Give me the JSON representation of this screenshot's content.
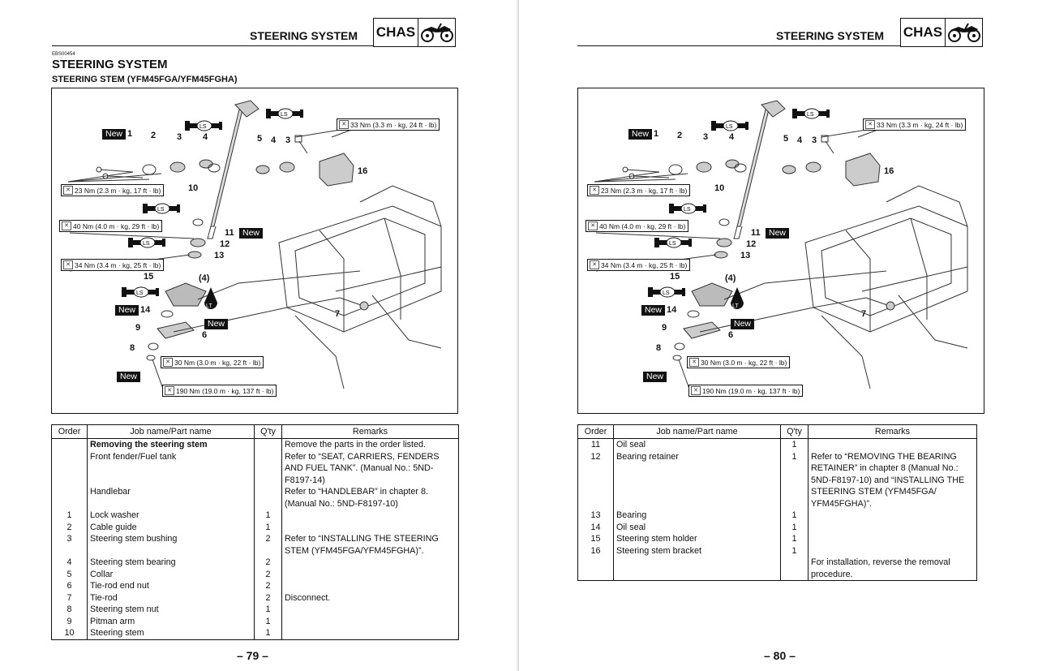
{
  "left_page": {
    "header_title": "STEERING SYSTEM",
    "header_badge": "CHAS",
    "doc_code": "EBS00454",
    "section_title": "STEERING SYSTEM",
    "subsection_title": "STEERING STEM (YFM45FGA/YFM45FGHA)",
    "page_number": "– 79 –"
  },
  "right_page": {
    "header_title": "STEERING SYSTEM",
    "header_badge": "CHAS",
    "page_number": "– 80 –"
  },
  "diagram": {
    "torque_specs": [
      "33 Nm (3.3 m · kg, 24 ft · lb)",
      "23 Nm (2.3 m · kg, 17 ft · lb)",
      "40 Nm (4.0 m · kg, 29 ft · lb)",
      "34 Nm (3.4 m · kg, 25 ft · lb)",
      "30 Nm (3.0 m · kg, 22 ft · lb)",
      "190 Nm (19.0 m · kg, 137 ft · lb)"
    ],
    "new_label": "New",
    "ls_label": "LS",
    "lt_label": "LT",
    "callouts": [
      "1",
      "2",
      "3",
      "4",
      "5",
      "4",
      "3",
      "16",
      "10",
      "11",
      "12",
      "13",
      "15",
      "(4)",
      "14",
      "7",
      "9",
      "6",
      "8"
    ]
  },
  "table": {
    "headers": [
      "Order",
      "Job name/Part name",
      "Q'ty",
      "Remarks"
    ],
    "left_rows": [
      {
        "order": "",
        "name": "Removing the steering stem",
        "qty": "",
        "remarks": "Remove the parts in the order listed.",
        "bold": true
      },
      {
        "order": "",
        "name": "Front fender/Fuel tank",
        "qty": "",
        "remarks": "Refer to “SEAT, CARRIERS, FENDERS AND FUEL TANK”. (Manual No.: 5ND-F8197-14)"
      },
      {
        "order": "",
        "name": "Handlebar",
        "qty": "",
        "remarks": "Refer to “HANDLEBAR” in chapter 8. (Manual No.: 5ND-F8197-10)"
      },
      {
        "order": "1",
        "name": "Lock washer",
        "qty": "1",
        "remarks": ""
      },
      {
        "order": "2",
        "name": "Cable guide",
        "qty": "1",
        "remarks": ""
      },
      {
        "order": "3",
        "name": "Steering stem bushing",
        "qty": "2",
        "remarks": "Refer to “INSTALLING THE STEERING STEM (YFM45FGA/YFM45FGHA)”."
      },
      {
        "order": "4",
        "name": "Steering stem bearing",
        "qty": "2",
        "remarks": ""
      },
      {
        "order": "5",
        "name": "Collar",
        "qty": "2",
        "remarks": ""
      },
      {
        "order": "6",
        "name": "Tie-rod end nut",
        "qty": "2",
        "remarks": ""
      },
      {
        "order": "7",
        "name": "Tie-rod",
        "qty": "2",
        "remarks": "Disconnect."
      },
      {
        "order": "8",
        "name": "Steering stem nut",
        "qty": "1",
        "remarks": ""
      },
      {
        "order": "9",
        "name": "Pitman arm",
        "qty": "1",
        "remarks": ""
      },
      {
        "order": "10",
        "name": "Steering stem",
        "qty": "1",
        "remarks": ""
      }
    ],
    "right_rows": [
      {
        "order": "11",
        "name": "Oil seal",
        "qty": "1",
        "remarks": ""
      },
      {
        "order": "12",
        "name": "Bearing retainer",
        "qty": "1",
        "remarks": "Refer to “REMOVING THE BEARING RETAINER” in chapter 8 (Manual No.: 5ND-F8197-10) and “INSTALLING THE STEERING STEM (YFM45FGA/ YFM45FGHA)”."
      },
      {
        "order": "13",
        "name": "Bearing",
        "qty": "1",
        "remarks": ""
      },
      {
        "order": "14",
        "name": "Oil seal",
        "qty": "1",
        "remarks": ""
      },
      {
        "order": "15",
        "name": "Steering stem holder",
        "qty": "1",
        "remarks": ""
      },
      {
        "order": "16",
        "name": "Steering stem bracket",
        "qty": "1",
        "remarks": ""
      },
      {
        "order": "",
        "name": "",
        "qty": "",
        "remarks": "For installation, reverse the removal procedure."
      }
    ]
  }
}
